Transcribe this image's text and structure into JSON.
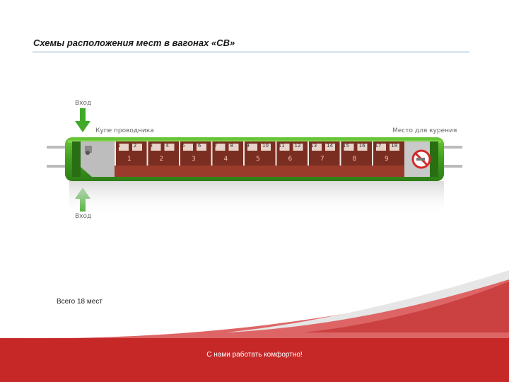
{
  "header": {
    "title": "Схемы расположения мест в вагонах «СВ»"
  },
  "diagram": {
    "entry_top_label": "Вход",
    "entry_bottom_label": "Вход",
    "conductor_label": "Купе проводника",
    "smoking_label": "Место для курения",
    "compartments": [
      "1",
      "2",
      "3",
      "4",
      "5",
      "6",
      "7",
      "8",
      "9"
    ],
    "seats": [
      [
        "1",
        "2",
        "3"
      ],
      [
        "4",
        "5",
        "6"
      ],
      [
        "7",
        "8",
        "9"
      ],
      [
        "10",
        "11"
      ],
      [
        "12",
        "13"
      ],
      [
        "14",
        "15"
      ],
      [
        "16",
        "17",
        "18"
      ]
    ],
    "colors": {
      "car_body": "#4caf24",
      "car_dark": "#2e7d18",
      "interior": "#7a2e22",
      "arrow": "#3faa2a",
      "no_smoking": "#d32a2a",
      "footer_red": "#c62828"
    },
    "no_smoking_icon": "no-smoking-icon"
  },
  "summary": {
    "total_seats": "Всего 18 мест"
  },
  "footer": {
    "slogan": "С нами работать комфортно!"
  }
}
